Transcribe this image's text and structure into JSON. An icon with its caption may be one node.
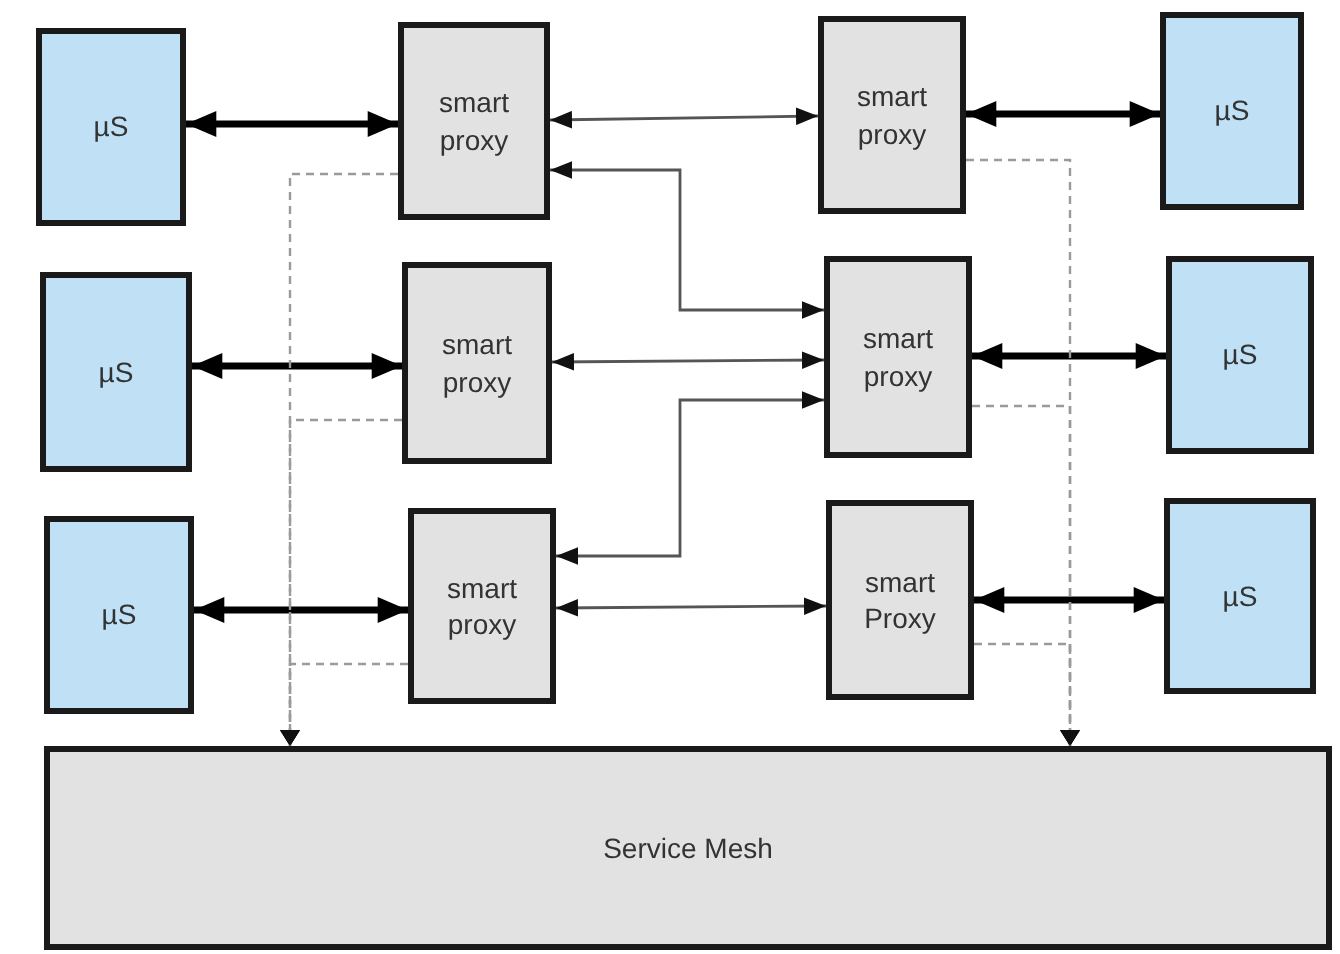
{
  "diagram": {
    "nodes": [
      {
        "text": [
          "µS"
        ]
      },
      {
        "text": [
          "smart proxy"
        ]
      },
      {
        "text": [
          "smart proxy"
        ]
      },
      {
        "text": [
          "µS"
        ]
      },
      {
        "text": [
          "µS"
        ]
      },
      {
        "text": [
          "smart proxy"
        ]
      },
      {
        "text": [
          "smart proxy"
        ]
      },
      {
        "text": [
          "µS"
        ]
      },
      {
        "text": [
          "µS"
        ]
      },
      {
        "text": [
          "smart proxy"
        ]
      },
      {
        "text": [
          "smart Proxy"
        ]
      },
      {
        "text": [
          "µS"
        ]
      },
      {
        "text": [
          "Service Mesh"
        ]
      }
    ],
    "edges": [
      {
        "from": 0,
        "to": 1,
        "arrow": "both",
        "style": "thick"
      },
      {
        "from": 2,
        "to": 3,
        "arrow": "both",
        "style": "thick"
      },
      {
        "from": 1,
        "to": 2,
        "arrow": "both"
      },
      {
        "from": 1,
        "to": 6,
        "arrow": "both"
      },
      {
        "from": 4,
        "to": 5,
        "arrow": "both",
        "style": "thick"
      },
      {
        "from": 6,
        "to": 7,
        "arrow": "both",
        "style": "thick"
      },
      {
        "from": 5,
        "to": 6,
        "arrow": "both"
      },
      {
        "from": 9,
        "to": 6,
        "arrow": "both"
      },
      {
        "from": 8,
        "to": 9,
        "arrow": "both",
        "style": "thick"
      },
      {
        "from": 10,
        "to": 11,
        "arrow": "both",
        "style": "thick"
      },
      {
        "from": 9,
        "to": 10,
        "arrow": "both"
      },
      {
        "from": 1,
        "to": 12,
        "arrow": "to",
        "style": "dashed",
        "color": "#9a9a9a"
      },
      {
        "from": 5,
        "to": 12,
        "arrow": "to",
        "style": "dashed",
        "color": "#9a9a9a"
      },
      {
        "from": 9,
        "to": 12,
        "arrow": "to",
        "style": "dashed",
        "color": "#9a9a9a"
      },
      {
        "from": 2,
        "to": 12,
        "arrow": "to",
        "style": "dashed",
        "color": "#9a9a9a"
      },
      {
        "from": 6,
        "to": 12,
        "arrow": "to",
        "style": "dashed",
        "color": "#9a9a9a"
      },
      {
        "from": 10,
        "to": 12,
        "arrow": "to",
        "style": "dashed",
        "color": "#9a9a9a"
      }
    ]
  }
}
